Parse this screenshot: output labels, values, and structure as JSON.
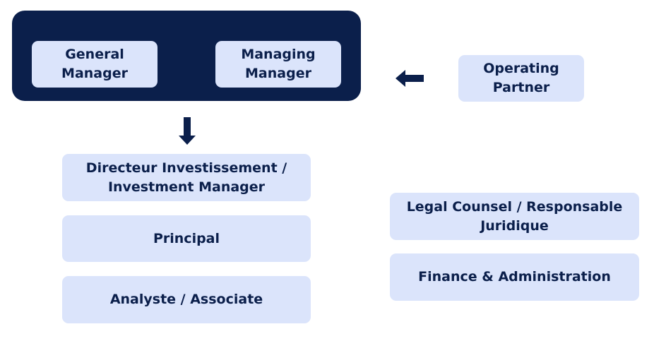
{
  "leadership": {
    "general_manager": {
      "line1": "General",
      "line2": "Manager"
    },
    "managing_manager": {
      "line1": "Managing",
      "line2": "Manager"
    }
  },
  "operating_partner": {
    "line1": "Operating",
    "line2": "Partner"
  },
  "investment_team": {
    "directeur": {
      "line1": "Directeur Investissement /",
      "line2": "Investment Manager"
    },
    "principal": "Principal",
    "analyste": "Analyste / Associate"
  },
  "support_team": {
    "legal": {
      "line1": "Legal Counsel / Responsable",
      "line2": "Juridique"
    },
    "finance": "Finance & Administration"
  },
  "colors": {
    "navy": "#0b1f4b",
    "box_fill": "#dbe4fb",
    "background": "#ffffff"
  }
}
